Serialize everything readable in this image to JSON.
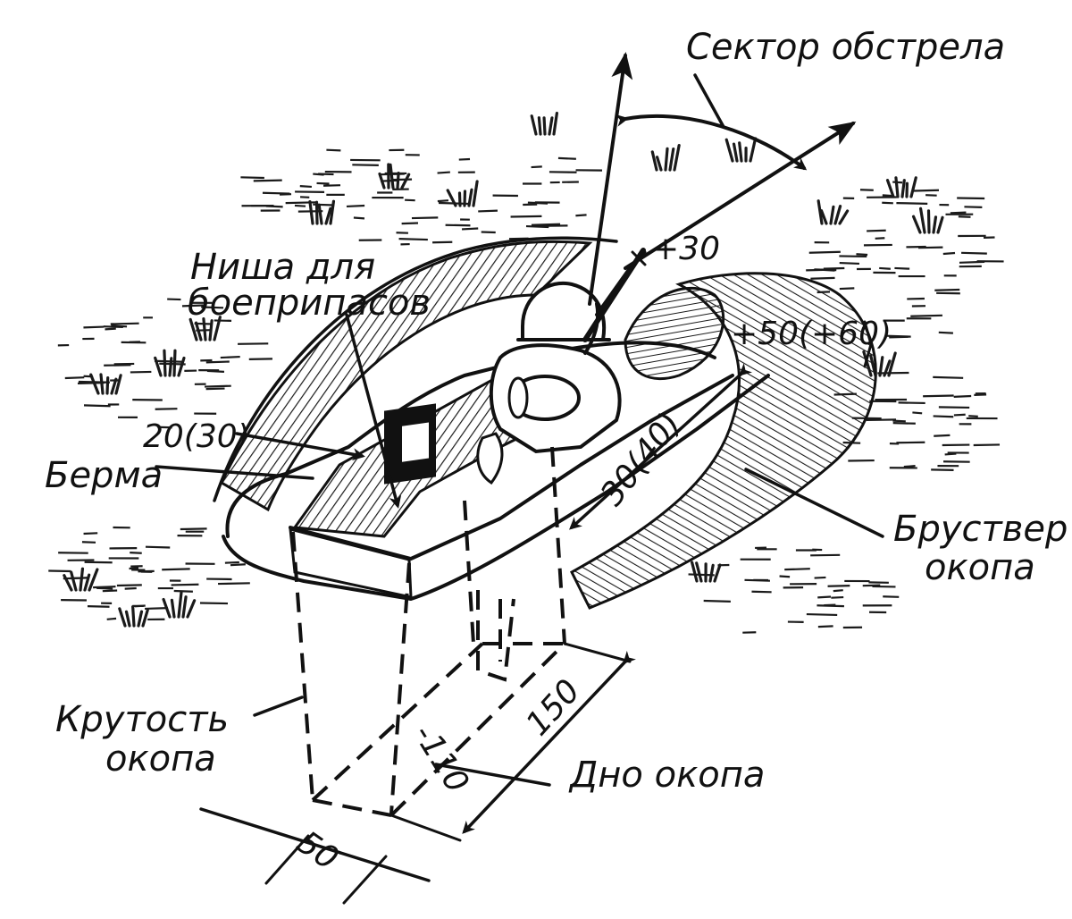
{
  "labels": {
    "sector": "Сектор обстрела",
    "niche_line1": "Ниша для",
    "niche_line2": "боеприпасов",
    "plus30": "+30",
    "plus50": "+50(+60)",
    "d2030": "20(30)",
    "berm": "Берма",
    "d3040": "30(40)",
    "parapet_line1": "Бруствер",
    "parapet_line2": "окопа",
    "steep_line1": "Крутость",
    "steep_line2": "окопа",
    "minus110": "-110",
    "d150": "150",
    "bottom": "Дно окопа",
    "d50": "50"
  }
}
